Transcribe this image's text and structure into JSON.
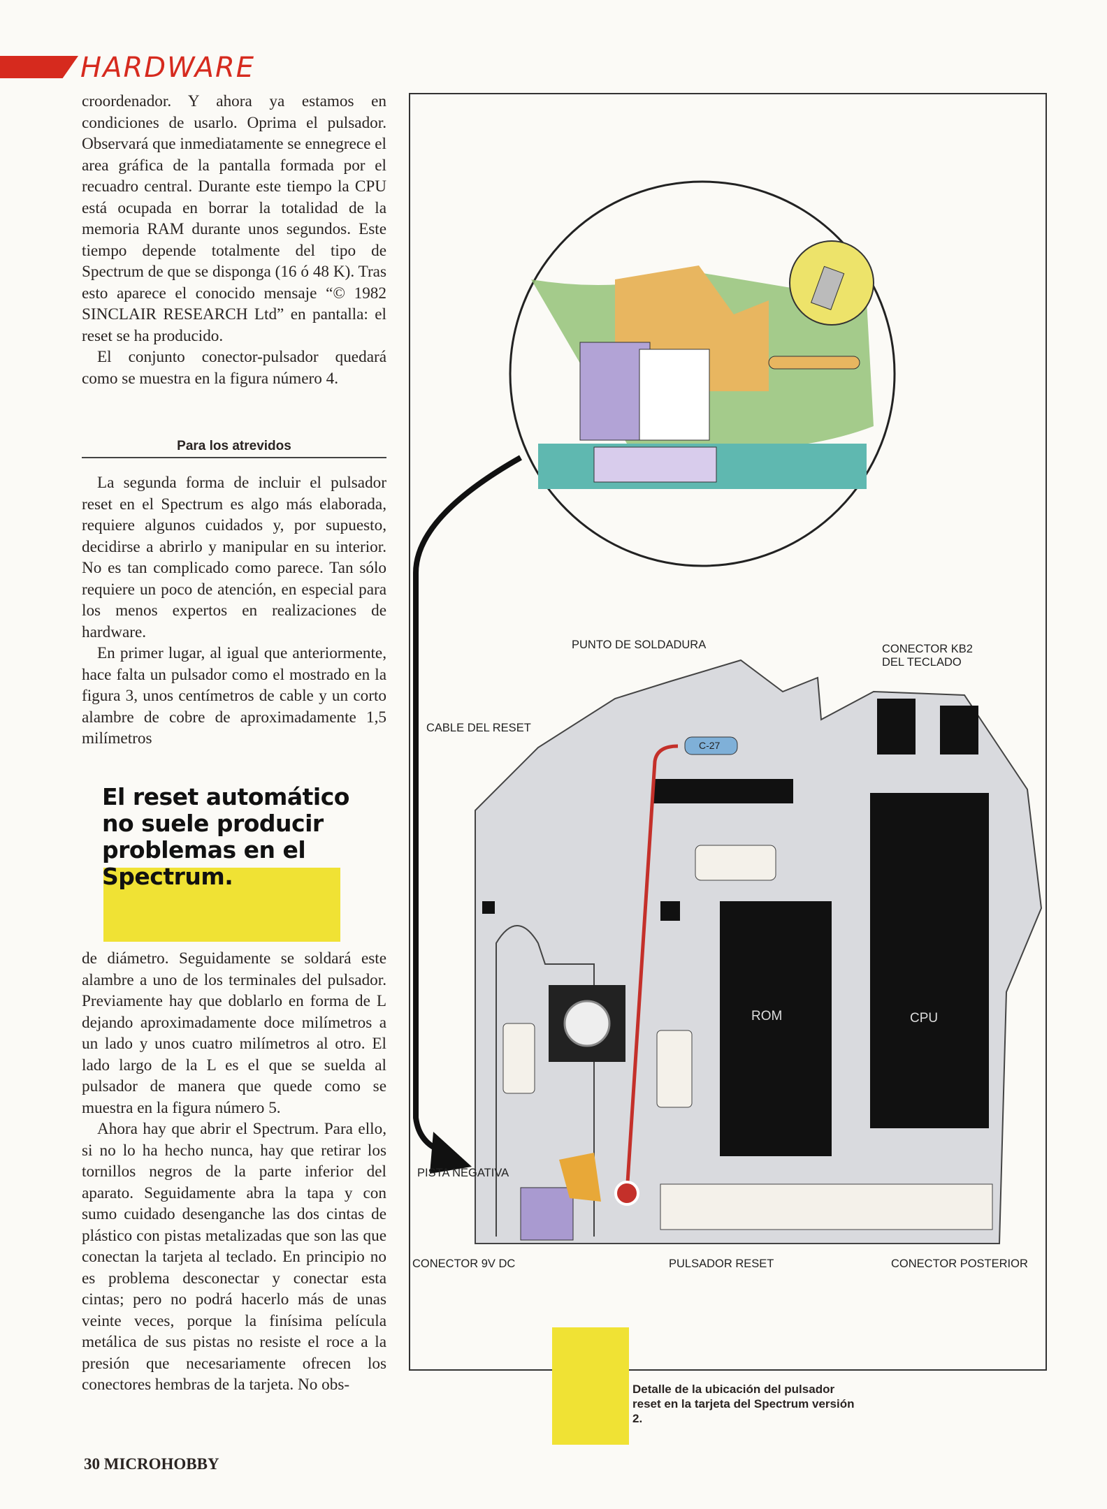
{
  "header": {
    "section": "HARDWARE",
    "accent": "#d62a1e"
  },
  "article": {
    "paragraphs_top": [
      "croordenador. Y ahora ya estamos en condiciones de usarlo. Oprima el pulsador. Observará que inmediatamente se ennegrece el area gráfica de la pantalla formada por el recuadro central. Durante este tiempo la CPU está ocupada en borrar la totalidad de la memoria RAM durante unos segundos. Este tiempo depende totalmente del tipo de Spectrum de que se disponga (16 ó 48 K). Tras esto aparece el conocido mensaje “© 1982 SINCLAIR RESEARCH Ltd” en pantalla: el reset se ha producido.",
      "El conjunto conector-pulsador quedará como se muestra en la figura número 4."
    ],
    "subheading": "Para los atrevidos",
    "paragraphs_mid": [
      "La segunda forma de incluir el pulsador reset en el Spectrum es algo más elaborada, requiere algunos cuidados y, por supuesto, decidirse a abrirlo y manipular en su interior. No es tan complicado como parece. Tan sólo requiere un poco de atención, en especial para los menos expertos en realizaciones de hardware.",
      "En primer lugar, al igual que anteriormente, hace falta un pulsador como el mostrado en la figura 3, unos centímetros de cable y un corto alambre de cobre de aproximadamente 1,5 milímetros"
    ],
    "pull_quote": "El reset automático no suele producir problemas en el Spectrum.",
    "paragraphs_bottom": [
      "de diámetro. Seguidamente se soldará este alambre a uno de los terminales del pulsador. Previamente hay que doblarlo en forma de L dejando aproximadamente doce milímetros a un lado y unos cuatro milímetros al otro. El lado largo de la L es el que se suelda al pulsador de manera que quede como se muestra en la figura número 5.",
      "Ahora hay que abrir el Spectrum. Para ello, si no lo ha hecho nunca, hay que retirar los tornillos negros de la parte inferior del aparato. Seguidamente abra la tapa y con sumo cuidado desenganche las dos cintas de plástico con pistas metalizadas que son las que conectan la tarjeta al teclado. En principio no es problema desconectar y conectar esta cintas; pero no podrá hacerlo más de unas veinte veces, porque la finísima película metálica de sus pistas no resiste el roce a la presión que necesariamente ofrecen los conectores hembras de la tarjeta. No obs-"
    ]
  },
  "figure": {
    "labels": {
      "solder_point": "PUNTO DE SOLDADURA",
      "kb2_line1": "CONECTOR KB2",
      "kb2_line2": "DEL TECLADO",
      "reset_cable": "CABLE DEL RESET",
      "negative_track": "PISTA NEGATIVA",
      "dc_connector": "CONECTOR 9V DC",
      "reset_button": "PULSADOR RESET",
      "rear_connector": "CONECTOR POSTERIOR",
      "capacitor": "C-27",
      "rom": "ROM",
      "cpu": "CPU"
    },
    "caption": "Detalle de la ubicación del pulsador reset en la tarjeta del Spectrum versión 2."
  },
  "footer": {
    "page": "30 MICROHOBBY"
  },
  "colors": {
    "highlight": "#f0e234",
    "board": "#d9dade",
    "wire": "#c4302a"
  }
}
